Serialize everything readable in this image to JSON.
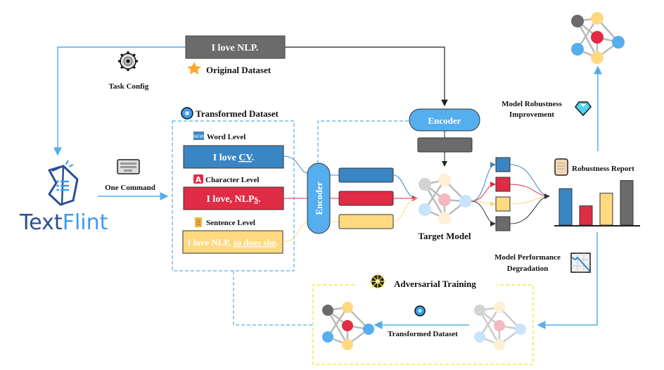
{
  "original": {
    "sentence": "I love NLP.",
    "label": "Original Dataset"
  },
  "task_config": {
    "label": "Task Config"
  },
  "brand": {
    "text_dark": "Text",
    "text_light": "Flint"
  },
  "command": {
    "label": "One Command"
  },
  "transformed": {
    "label": "Transformed Dataset",
    "levels": [
      {
        "label": "Word Level",
        "icon": "new-badge-icon",
        "sentence_prefix": "I love ",
        "sentence_changed": "CV",
        "sentence_suffix": ".",
        "color": "#3A86C4"
      },
      {
        "label": "Character Level",
        "icon": "letter-a-icon",
        "sentence_prefix": "I love, NLP",
        "sentence_changed": "s",
        "sentence_suffix": ".",
        "color": "#E02C44"
      },
      {
        "label": "Sentence Level",
        "icon": "scroll-icon",
        "sentence_prefix": "I love NLP, ",
        "sentence_changed": "so does she",
        "sentence_suffix": ".",
        "color": "#FFD97F"
      }
    ]
  },
  "encoder": {
    "label": "Encoder"
  },
  "target_model": {
    "label": "Target Model"
  },
  "report": {
    "label": "Robustness Report",
    "bars": [
      {
        "value": 0.72,
        "color": "#3A86C4"
      },
      {
        "value": 0.38,
        "color": "#E02C44"
      },
      {
        "value": 0.63,
        "color": "#FFD97F"
      },
      {
        "value": 0.88,
        "color": "#6B6B6B"
      }
    ]
  },
  "improvement": {
    "line1": "Model Robustness",
    "line2": "Improvement"
  },
  "degradation": {
    "line1": "Model Performance",
    "line2": "Degradation"
  },
  "adversarial": {
    "label": "Adversarial Training",
    "arrow_label": "Transformed Dataset"
  },
  "colors": {
    "blue": "#3A86C4",
    "red": "#E02C44",
    "yellow": "#FFD97F",
    "gray": "#6B6B6B",
    "light_blue": "#55AEEE",
    "brand_dark": "#2A4E96",
    "brand_light": "#3B9CF0"
  }
}
